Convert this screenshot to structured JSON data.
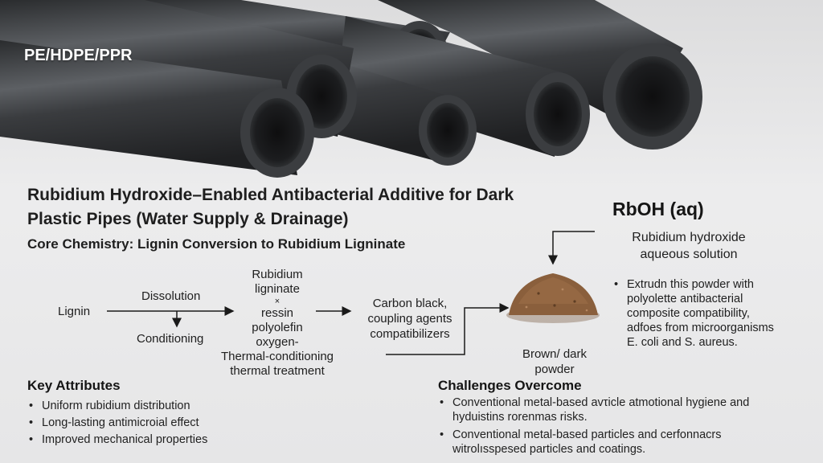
{
  "photo_label": "PE/HDPE/PPR",
  "title": "Rubidium Hydroxide–Enabled Antibacterial Additive for Dark Plastic Pipes (Water Supply & Drainage)",
  "subtitle": "Core Chemistry: Lignin Conversion to Rubidium Ligninate",
  "flow": {
    "lignin": "Lignin",
    "dissolution": "Dissolution",
    "conditioning": "Conditioning",
    "rubidium_lines": [
      "Rubidium",
      "ligninate",
      "×",
      "ressin",
      "polyolefin",
      "oxygen-",
      "Thermal-conditioning",
      "thermal treatment"
    ],
    "carbon_lines": [
      "Carbon black,",
      "coupling agents",
      "compatibilizers"
    ],
    "powder_lines": [
      "Brown/ dark",
      "powder"
    ]
  },
  "rboh": {
    "title": "RbOH (aq)",
    "desc_lines": [
      "Rubidium hydroxide",
      "aqueous solution"
    ],
    "bullet_lines": [
      "Extrudn this powder with",
      "polyolette antibacterial",
      "composite compatibility,",
      "adfοes from microorganisms",
      "E. coli  and S. aureus."
    ]
  },
  "key_attributes": {
    "title": "Key Attributes",
    "items": [
      "Uniform rubidium distribution",
      "Long-lasting antimicroial effect",
      "Improved mechanical properties"
    ]
  },
  "challenges": {
    "title": "Challenges Overcome",
    "items": [
      [
        "Conventional metal-based avτicle atmotional hygiene and",
        "hyduistins rorenmas risks."
      ],
      [
        "Conventional metal-based particles and cerfonnacrs",
        "witrolısspesed particles and coatings."
      ]
    ]
  },
  "colors": {
    "pipe": "#3c3e40",
    "pipe_dark": "#1c1d1f",
    "powder": "#8a5f3c",
    "background": "#e9e9ea"
  }
}
